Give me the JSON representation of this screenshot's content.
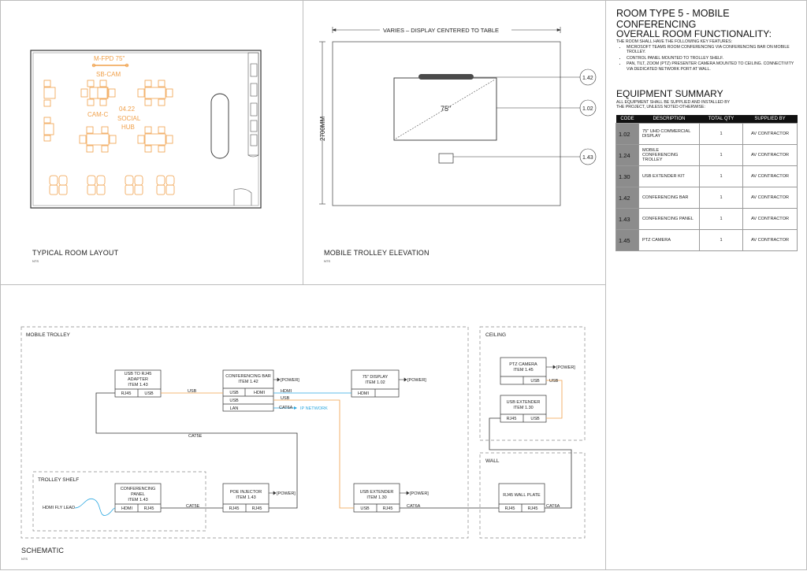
{
  "layout_panel": {
    "title": "TYPICAL ROOM LAYOUT",
    "nts": "NTS",
    "labels": {
      "display": "M-FPD 75\"",
      "sbcam": "SB-CAM",
      "camc": "CAM-C",
      "room_number": "04.22",
      "room_name_1": "SOCIAL",
      "room_name_2": "HUB"
    },
    "accent_color": "#f0a04a"
  },
  "elevation_panel": {
    "title": "MOBILE TROLLEY  ELEVATION",
    "nts": "NTS",
    "width_dim": "VARIES – DISPLAY CENTERED TO TABLE",
    "height_dim": "2700MM",
    "screen_size": "75\"",
    "callouts": [
      "1.42",
      "1.02",
      "1.43"
    ]
  },
  "schematic_panel": {
    "title": "SCHEMATIC",
    "nts": "NTS",
    "zones": {
      "trolley": "MOBILE TROLLEY",
      "shelf": "TROLLEY SHELF",
      "ceiling": "CEILING",
      "wall": "WALL"
    },
    "devices": {
      "usb_adapter": {
        "l1": "USB TO RJ45",
        "l2": "ADAPTER",
        "l3": "ITEM 1.43",
        "p1": "RJ45",
        "p2": "USB"
      },
      "conf_bar": {
        "l1": "CONFERENCING BAR",
        "l2": "ITEM 1.42",
        "p1": "USB",
        "p2": "HDMI",
        "p3": "USB",
        "p4": "LAN"
      },
      "display": {
        "l1": "75\" DISPLAY",
        "l2": "ITEM 1.02",
        "p1": "HDMI"
      },
      "ptz": {
        "l1": "PTZ CAMERA",
        "l2": "ITEM 1.45",
        "p1": "USB"
      },
      "usb_ext_ceiling": {
        "l1": "USB EXTENDER",
        "l2": "ITEM 1.30",
        "p1": "RJ45",
        "p2": "USB"
      },
      "conf_panel": {
        "l1": "CONFERENCING",
        "l2": "PANEL",
        "l3": "ITEM 1.43",
        "p1": "HDMI",
        "p2": "RJ45"
      },
      "poe": {
        "l1": "POE INJECTOR",
        "l2": "ITEM 1.43",
        "p1": "RJ45",
        "p2": "RJ45"
      },
      "usb_ext_trolley": {
        "l1": "USB EXTENDER",
        "l2": "ITEM 1.30",
        "p1": "USB",
        "p2": "RJ45"
      },
      "wall_plate": {
        "l1": "RJ45 WALL PLATE",
        "p1": "RJ45",
        "p2": "RJ45"
      }
    },
    "power": "[POWER]",
    "cables": {
      "usb": "USB",
      "hdmi": "HDMI",
      "cat6a": "CAT6A",
      "cat5e": "CAT5E",
      "ip_network": "IP NETWORK",
      "hdmi_fly_lead": "HDMI FLY LEAD"
    },
    "colors": {
      "usb": "#f0a04a",
      "hdmi": "#2aa7e0",
      "network": "#2aa7e0",
      "copper": "#222222"
    }
  },
  "summary": {
    "heading": "ROOM TYPE 5 - MOBILE CONFERENCING",
    "functionality_heading": "OVERALL ROOM FUNCTIONALITY:",
    "functionality_intro": "THE ROOM SHALL HAVE THE FOLLOWING KEY FEATURES:",
    "bullets": [
      "MICROSOFT TEAMS ROOM CONFERENCING VIA CONFERENCING BAR ON MOBILE TROLLEY.",
      "CONTROL PANEL MOUNTED TO TROLLEY SHELF.",
      "PAN, TILT, ZOOM (PTZ) PRESENTER CAMERA MOUNTED TO CEILING. CONNECTIVITY VIA DEDICATED NETWORK PORT AT WALL."
    ],
    "equipment_heading": "EQUIPMENT SUMMARY",
    "equipment_note_1": "ALL EQUIPMENT SHALL BE SUPPLIED AND INSTALLED BY",
    "equipment_note_2": "THE PROJECT, UNLESS NOTED OTHERWISE:",
    "table_headers": [
      "CODE",
      "DESCRIPTION",
      "TOTAL QTY",
      "SUPPLIED BY"
    ],
    "rows": [
      {
        "code": "1.02",
        "desc": "75\" UHD COMMERCIAL DISPLAY",
        "qty": "1",
        "by": "AV CONTRACTOR"
      },
      {
        "code": "1.24",
        "desc": "MOBILE CONFERENCING TROLLEY",
        "qty": "1",
        "by": "AV CONTRACTOR"
      },
      {
        "code": "1.30",
        "desc": "USB EXTENDER KIT",
        "qty": "1",
        "by": "AV CONTRACTOR"
      },
      {
        "code": "1.42",
        "desc": "CONFERENCING BAR",
        "qty": "1",
        "by": "AV CONTRACTOR"
      },
      {
        "code": "1.43",
        "desc": "CONFERENCING PANEL",
        "qty": "1",
        "by": "AV CONTRACTOR"
      },
      {
        "code": "1.45",
        "desc": "PTZ CAMERA",
        "qty": "1",
        "by": "AV CONTRACTOR"
      }
    ]
  }
}
